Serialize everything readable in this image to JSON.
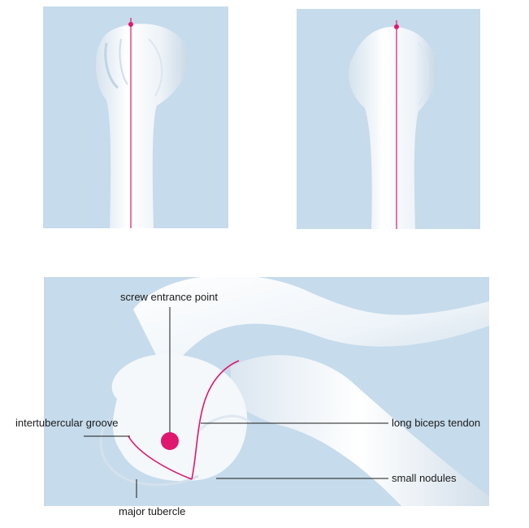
{
  "diagram": {
    "accent_color": "#e0166f",
    "background_color": "#c6dbeb",
    "bone_color": "#f3f7fb",
    "labels": {
      "screw_entrance_point": "screw entrance point",
      "intertubercular_groove": "intertubercular groove",
      "long_biceps_tendon": "long biceps tendon",
      "small_nodules": "small nodules",
      "major_tubercle": "major tubercle"
    }
  }
}
